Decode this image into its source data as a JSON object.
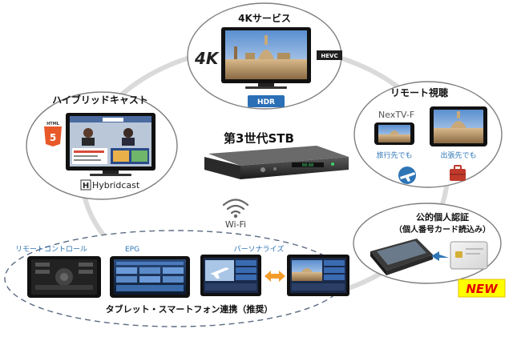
{
  "center": {
    "title": "第3世代STB",
    "stb_display": "88:88"
  },
  "top": {
    "title": "4Kサービス",
    "logo_4k": "4K",
    "badge_hevc": "HEVC",
    "badge_hdr": "HDR"
  },
  "left": {
    "title": "ハイブリッドキャスト",
    "html5_label": "HTML",
    "html5_num": "5",
    "brand_letter": "H",
    "brand": "Hybridcast"
  },
  "right": {
    "title": "リモート視聴",
    "brand": "NexTV-F",
    "label_travel": "旅行先でも",
    "label_business": "出張先でも"
  },
  "wifi": {
    "label": "Wi-Fi"
  },
  "bottom": {
    "label_remote": "リモートコントロール",
    "label_epg": "EPG",
    "label_personal": "パーソナライズ",
    "caption": "タブレット・スマートフォン連携（推奨）"
  },
  "auth": {
    "line1": "公的個人認証",
    "line2": "（個人番号カード読込み）",
    "new_badge": "NEW"
  },
  "colors": {
    "ring": "#d9d9d9",
    "label_blue": "#2e75b6",
    "hdr_badge": "#2b6fb6",
    "new_badge_bg": "#ffff00",
    "new_badge_text": "#e60000",
    "html5": "#e8592a"
  }
}
